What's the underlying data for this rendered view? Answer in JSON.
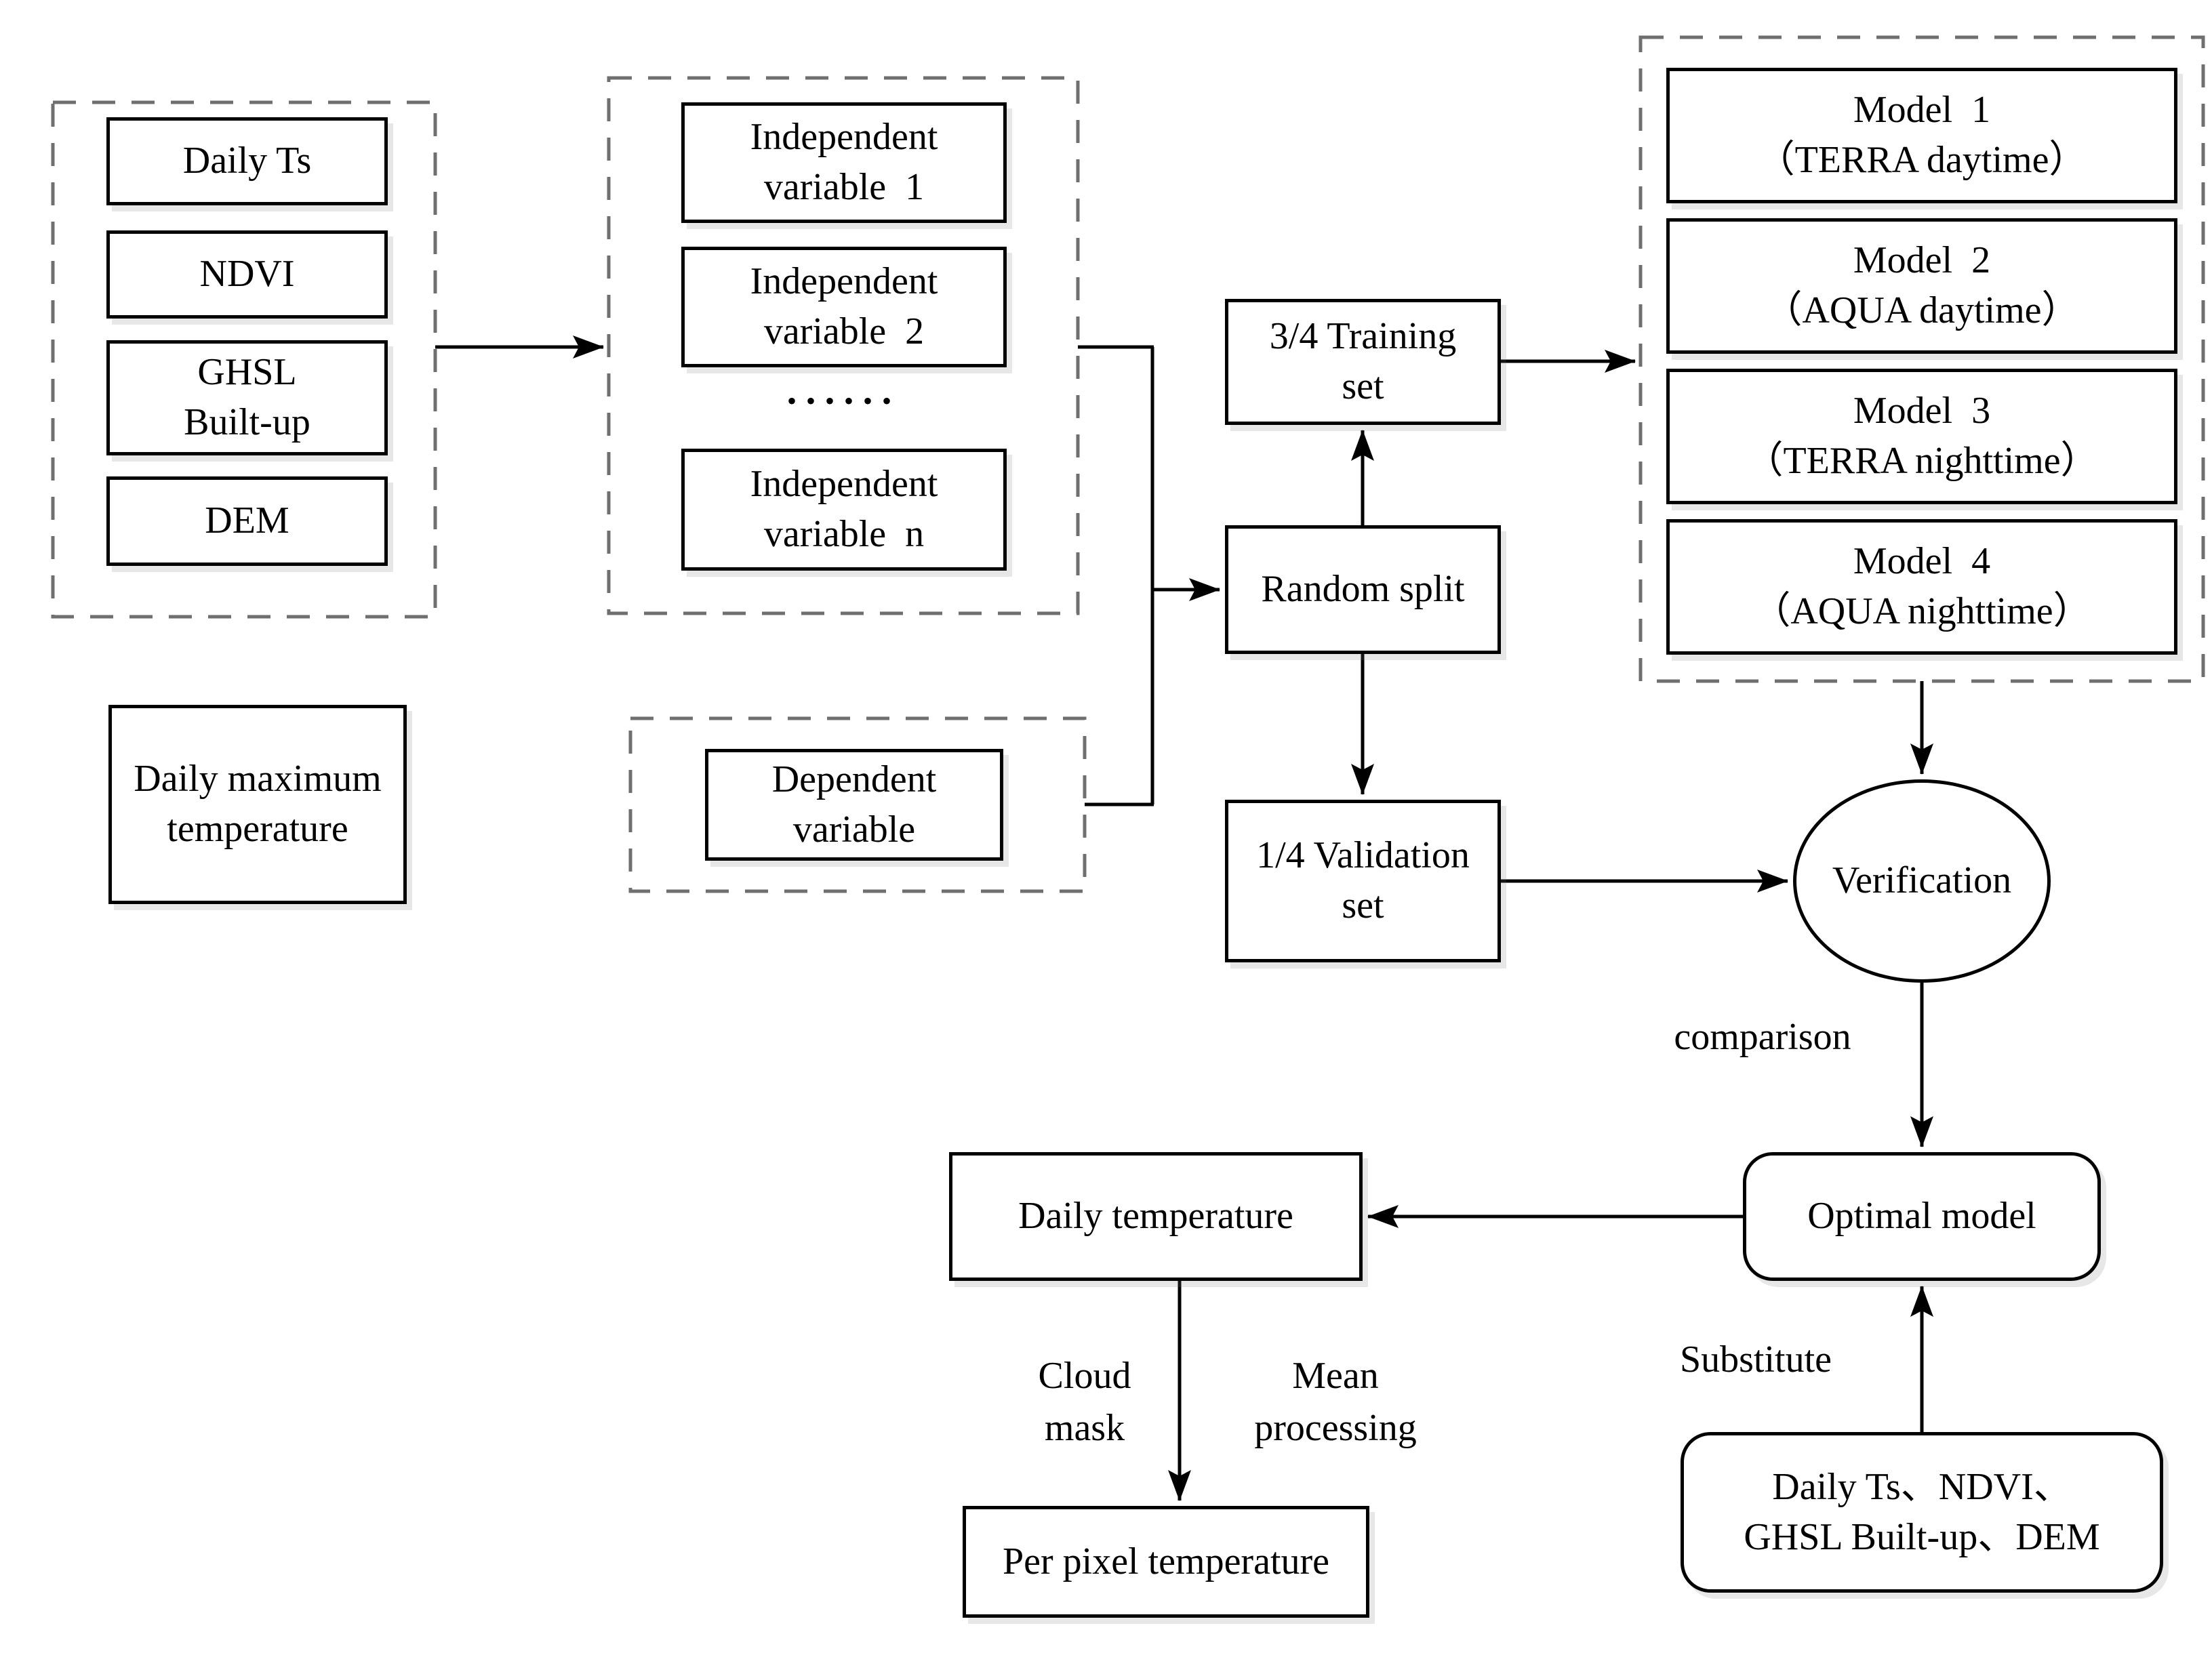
{
  "figure": {
    "type": "flowchart",
    "background": "#ffffff",
    "line_color": "#000000",
    "dashed_box_color": "#6f6f6f"
  },
  "nodes": {
    "daily_ts": "Daily Ts",
    "ndvi": "NDVI",
    "ghsl_built_up": "GHSL\nBuilt-up",
    "dem": "DEM",
    "independent_variable_1": "Independent\nvariable  1",
    "independent_variable_2": "Independent\nvariable  2",
    "independent_ellipsis": "••••••",
    "independent_variable_n": "Independent\nvariable  n",
    "daily_maximum_temperature": "Daily maximum\ntemperature",
    "dependent_variable": "Dependent\nvariable",
    "training_set": "3/4 Training\nset",
    "random_split": "Random split",
    "validation_set": "1/4 Validation\nset",
    "model_1": "Model  1\n（TERRA daytime）",
    "model_2": "Model  2\n（AQUA daytime）",
    "model_3": "Model  3\n（TERRA nighttime）",
    "model_4": "Model  4\n（AQUA nighttime）",
    "verification": "Verification",
    "optimal_model": "Optimal model",
    "daily_temperature": "Daily temperature",
    "per_pixel_temperature": "Per pixel temperature",
    "substitute_inputs": "Daily Ts、NDVI、\nGHSL Built-up、DEM"
  },
  "edge_labels": {
    "comparison": "comparison",
    "substitute": "Substitute",
    "cloud_mask": "Cloud\nmask",
    "mean_processing": "Mean\nprocessing"
  }
}
